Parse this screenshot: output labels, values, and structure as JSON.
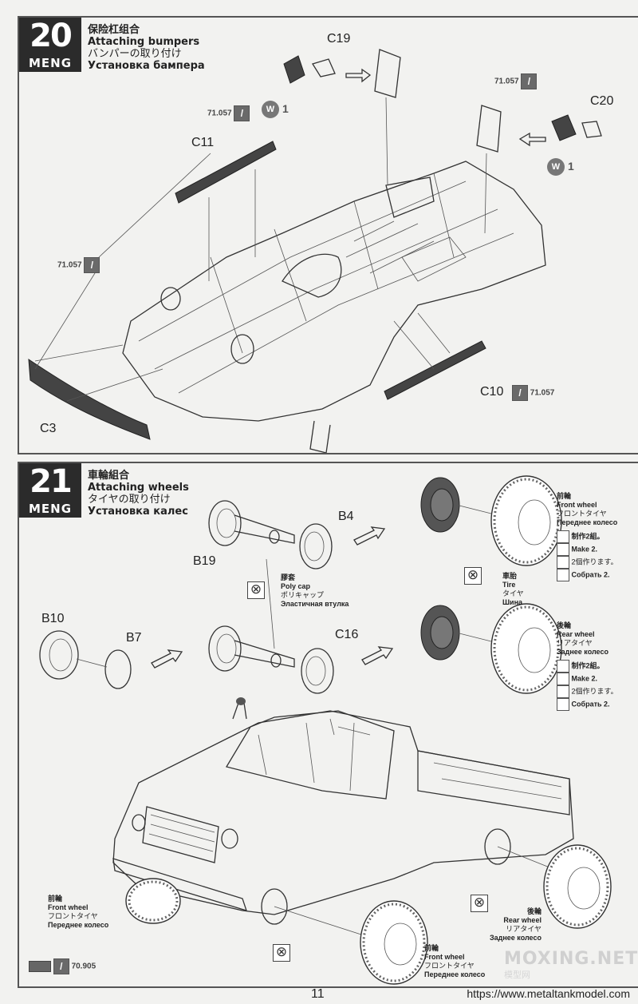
{
  "step20": {
    "number": "20",
    "brand": "MENG",
    "title_cn": "保险杠组合",
    "title_en": "Attaching bumpers",
    "title_ja": "バンパーの取り付け",
    "title_ru": "Установка бампера",
    "parts": {
      "c19": "C19",
      "c20": "C20",
      "c11": "C11",
      "c10": "C10",
      "c3": "C3"
    },
    "paints": {
      "p1": "71.057",
      "p2": "71.057",
      "p3": "71.057",
      "p4": "71.057"
    },
    "w_badges": [
      {
        "label": "W",
        "qty": "1"
      },
      {
        "label": "W",
        "qty": "1"
      }
    ]
  },
  "step21": {
    "number": "21",
    "brand": "MENG",
    "title_cn": "車輪組合",
    "title_en": "Attaching wheels",
    "title_ja": "タイヤの取り付け",
    "title_ru": "Установка калес",
    "parts": {
      "b4": "B4",
      "b19": "B19",
      "b10": "B10",
      "b7": "B7",
      "c16": "C16"
    },
    "polycap": {
      "cn": "膠套",
      "en": "Poly cap",
      "ja": "ポリキャップ",
      "ru": "Эластичная втулка"
    },
    "tire": {
      "cn": "車胎",
      "en": "Tire",
      "ja": "タイヤ",
      "ru": "Шина"
    },
    "front_wheel_note": {
      "cn": "前輪",
      "en": "Front wheel",
      "ja": "フロントタイヤ",
      "ru": "Переднее колесо",
      "make_cn": "制作2組。",
      "make_en": "Make 2.",
      "make_ja": "2個作ります。",
      "make_ru": "Собрать 2."
    },
    "rear_wheel_note": {
      "cn": "後輪",
      "en": "Rear wheel",
      "ja": "リアタイヤ",
      "ru": "Заднее колесо",
      "make_cn": "制作2組。",
      "make_en": "Make 2.",
      "make_ja": "2個作ります。",
      "make_ru": "Собрать 2."
    },
    "front_left": {
      "cn": "前輪",
      "en": "Front wheel",
      "ja": "フロントタイヤ",
      "ru": "Переднее колесо"
    },
    "rear_right": {
      "cn": "後輪",
      "en": "Rear wheel",
      "ja": "リアタイヤ",
      "ru": "Заднее колесо"
    },
    "front_bottom": {
      "cn": "前輪",
      "en": "Front wheel",
      "ja": "フロントタイヤ",
      "ru": "Переднее колесо"
    },
    "paint_tire": "70.905"
  },
  "footer": {
    "page": "11",
    "url": "https://www.metaltankmodel.com",
    "watermark": "MOXING.NET",
    "watermark_sub": "模型网"
  },
  "colors": {
    "panel_border": "#555555",
    "step_box": "#2b2b2b",
    "paint_chip": "#6a6a6a"
  }
}
